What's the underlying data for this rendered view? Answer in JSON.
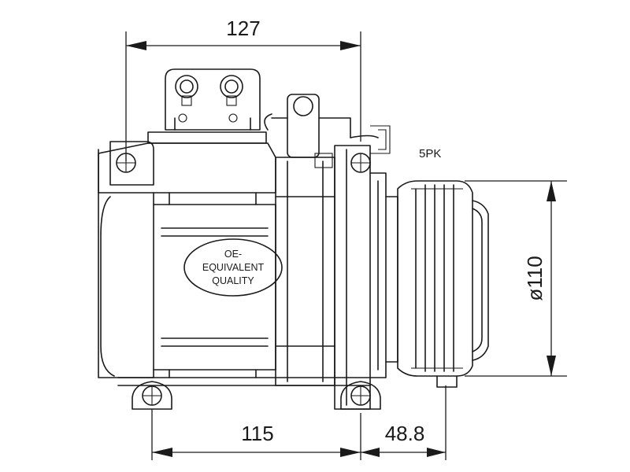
{
  "dimensions": {
    "top_width": "127",
    "bottom_left": "115",
    "bottom_right": "48.8",
    "pulley_diameter": "ø110"
  },
  "labels": {
    "belt_type": "5PK"
  },
  "badge": {
    "line1": "OE-",
    "line2": "EQUIVALENT",
    "line3": "QUALITY"
  }
}
